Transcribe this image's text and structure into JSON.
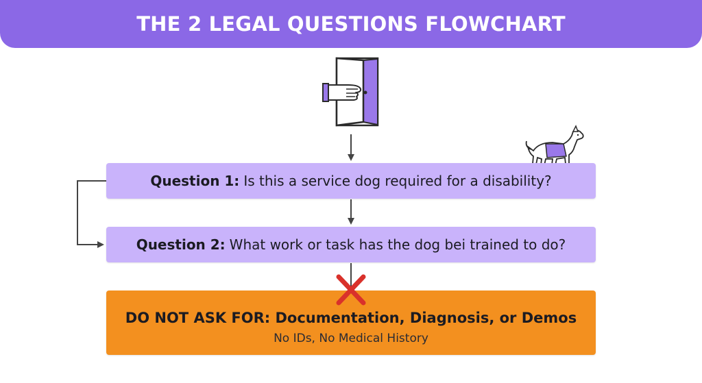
{
  "header": {
    "title": "THE 2 LEGAL QUESTIONS FLOWCHART"
  },
  "icons": {
    "top": "hand-opening-door-icon",
    "dog": "service-dog-icon",
    "stop": "red-x-icon"
  },
  "questions": [
    {
      "label": "Question 1:",
      "text": "Is this a service dog required for a disability?"
    },
    {
      "label": "Question 2:",
      "text": "What work or task has the dog bei trained to do?"
    }
  ],
  "warning": {
    "title": "DO NOT ASK FOR: Documentation, Diagnosis, or Demos",
    "subtitle": "No IDs, No Medical History"
  },
  "colors": {
    "header": "#8b68e6",
    "question_box": "#c9b3fb",
    "warning_box": "#f3901f",
    "stop_mark": "#d9312b"
  }
}
